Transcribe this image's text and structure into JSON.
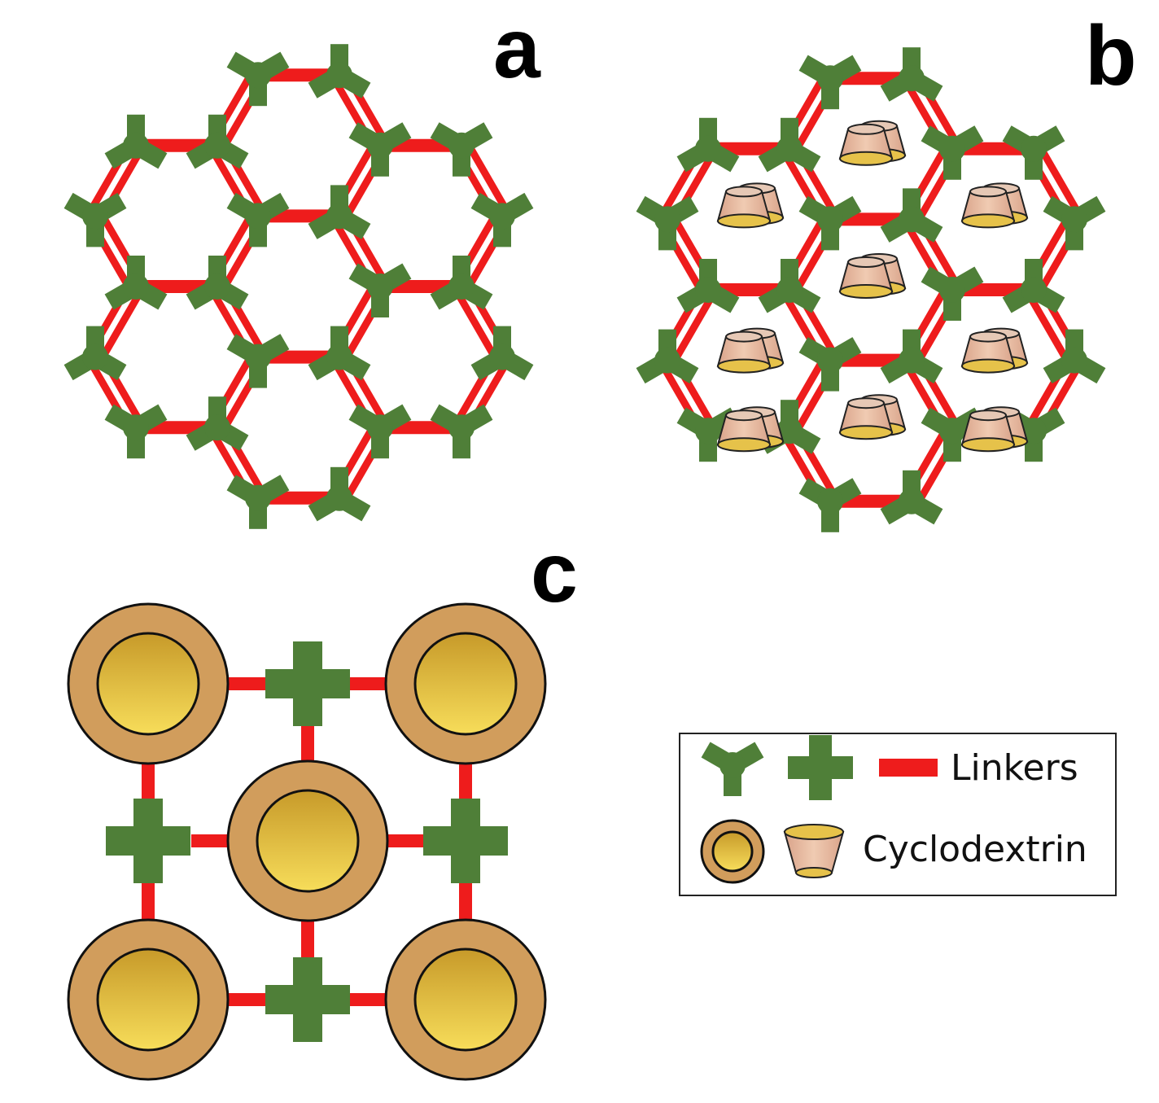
{
  "panels": {
    "a": {
      "label": "a"
    },
    "b": {
      "label": "b"
    },
    "c": {
      "label": "c"
    }
  },
  "legend": {
    "linkers_label": "Linkers",
    "cyclodextrin_label": "Cyclodextrin"
  },
  "colors": {
    "linker_green": "#4f7f38",
    "linker_red": "#ee1c1c",
    "cd_outer": "#d19d5c",
    "cd_inner_top": "#c79a2a",
    "cd_inner_bottom": "#f7dd5a",
    "cone_body": "#e8b89a",
    "cone_rim": "#e6c24a"
  },
  "icons": [
    "y-linker-icon",
    "cross-linker-icon",
    "bar-linker-icon",
    "cyclodextrin-ring-icon",
    "cyclodextrin-cone-icon"
  ]
}
